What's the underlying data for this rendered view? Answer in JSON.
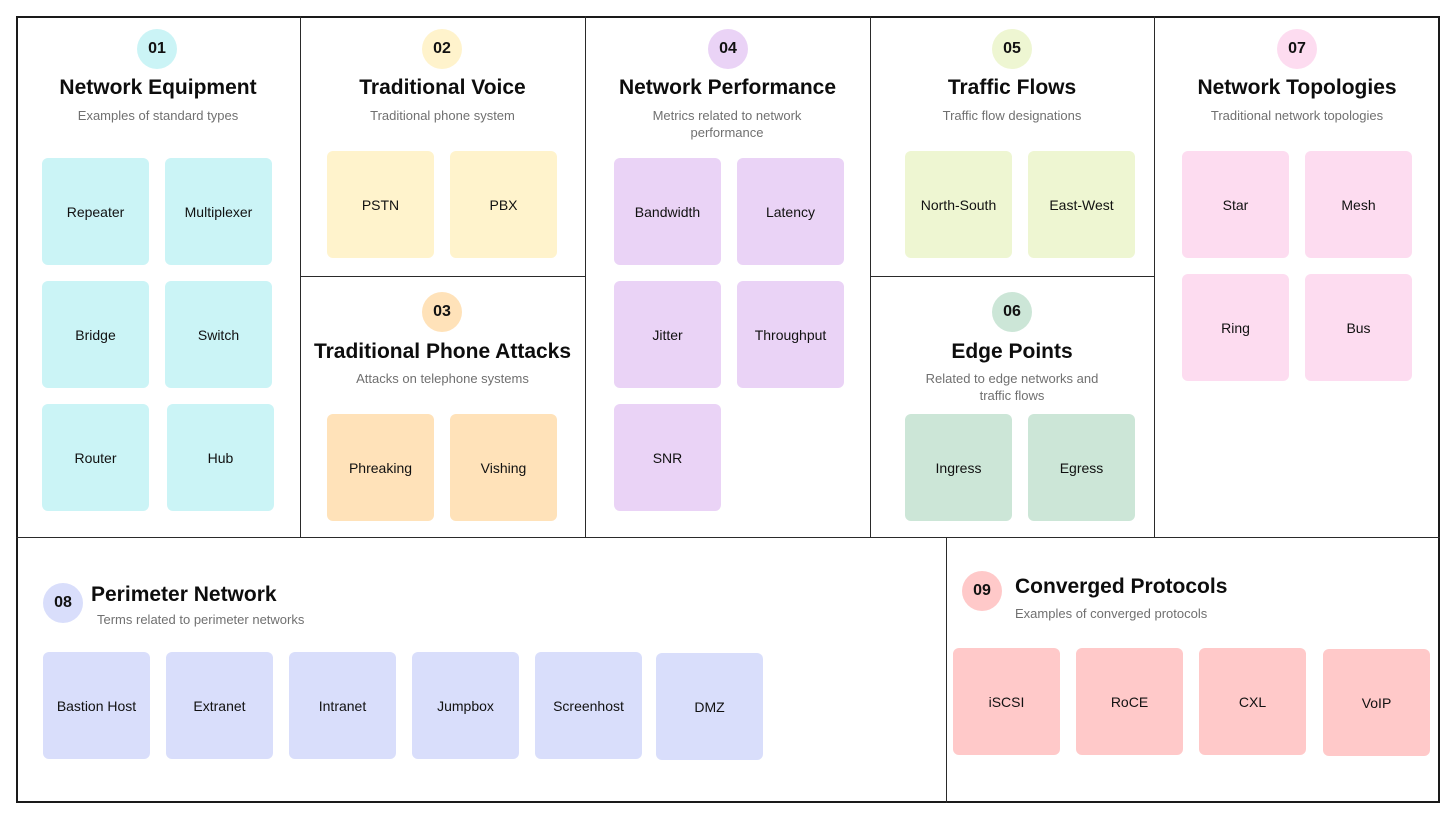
{
  "colors": {
    "cyan": "#cbf4f6",
    "yellow": "#fff3cc",
    "orange": "#ffe2b9",
    "purple": "#ead3f6",
    "lime": "#eef6d2",
    "green": "#cce6d7",
    "pink": "#fddcf0",
    "blue": "#d9defb",
    "red": "#ffc9c9"
  },
  "sections": {
    "s01": {
      "number": "01",
      "title": "Network Equipment",
      "description": "Examples of standard types",
      "items": [
        "Repeater",
        "Multiplexer",
        "Bridge",
        "Switch",
        "Router",
        "Hub"
      ]
    },
    "s02": {
      "number": "02",
      "title": "Traditional Voice",
      "description": "Traditional phone system",
      "items": [
        "PSTN",
        "PBX"
      ]
    },
    "s03": {
      "number": "03",
      "title": "Traditional Phone Attacks",
      "description": "Attacks on telephone systems",
      "items": [
        "Phreaking",
        "Vishing"
      ]
    },
    "s04": {
      "number": "04",
      "title": "Network Performance",
      "description": "Metrics related to network performance",
      "items": [
        "Bandwidth",
        "Latency",
        "Jitter",
        "Throughput",
        "SNR"
      ]
    },
    "s05": {
      "number": "05",
      "title": "Traffic Flows",
      "description": "Traffic flow designations",
      "items": [
        "North-South",
        "East-West"
      ]
    },
    "s06": {
      "number": "06",
      "title": "Edge Points",
      "description": "Related to edge networks and traffic flows",
      "items": [
        "Ingress",
        "Egress"
      ]
    },
    "s07": {
      "number": "07",
      "title": "Network Topologies",
      "description": "Traditional network topologies",
      "items": [
        "Star",
        "Mesh",
        "Ring",
        "Bus"
      ]
    },
    "s08": {
      "number": "08",
      "title": "Perimeter Network",
      "description": "Terms related to perimeter networks",
      "items": [
        "Bastion Host",
        "Extranet",
        "Intranet",
        "Jumpbox",
        "Screenhost",
        "DMZ"
      ]
    },
    "s09": {
      "number": "09",
      "title": "Converged Protocols",
      "description": "Examples of converged protocols",
      "items": [
        "iSCSI",
        "RoCE",
        "CXL",
        "VoIP"
      ]
    }
  }
}
